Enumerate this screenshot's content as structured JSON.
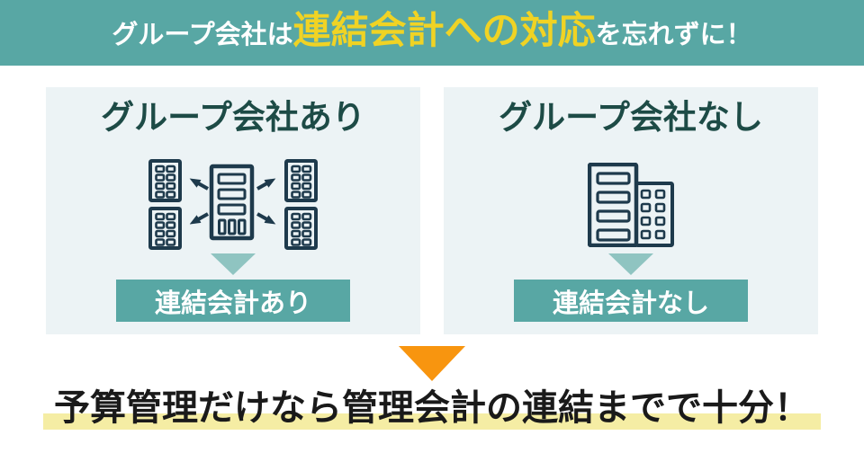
{
  "banner": {
    "prefix": "グループ会社は",
    "highlight": "連結会計への対応",
    "suffix": "を忘れずに！"
  },
  "left_panel": {
    "title": "グループ会社あり",
    "label": "連結会計あり"
  },
  "right_panel": {
    "title": "グループ会社なし",
    "label": "連結会計なし"
  },
  "conclusion": "予算管理だけなら管理会計の連結までで十分！",
  "colors": {
    "teal": "#58A7A4",
    "banner-yellow": "#F0D324",
    "panel-bg": "#ECF3F5",
    "title-green": "#1D4B46",
    "icon-navy": "#1E3A4C",
    "chevron": "#8FC4C1",
    "orange": "#F8950F",
    "highlight": "#F5EDA4",
    "text-black": "#1A1A1A"
  }
}
